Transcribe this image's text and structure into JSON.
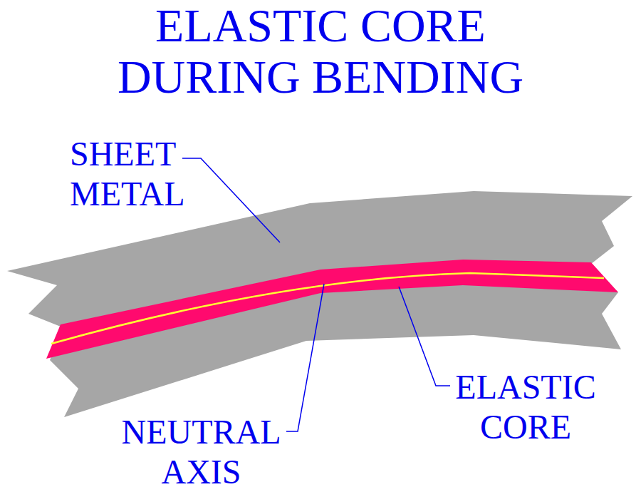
{
  "diagram": {
    "title": "ELASTIC CORE DURING BENDING",
    "labels": [
      "SHEET METAL",
      "ELASTIC CORE",
      "NEUTRAL AXIS"
    ]
  }
}
